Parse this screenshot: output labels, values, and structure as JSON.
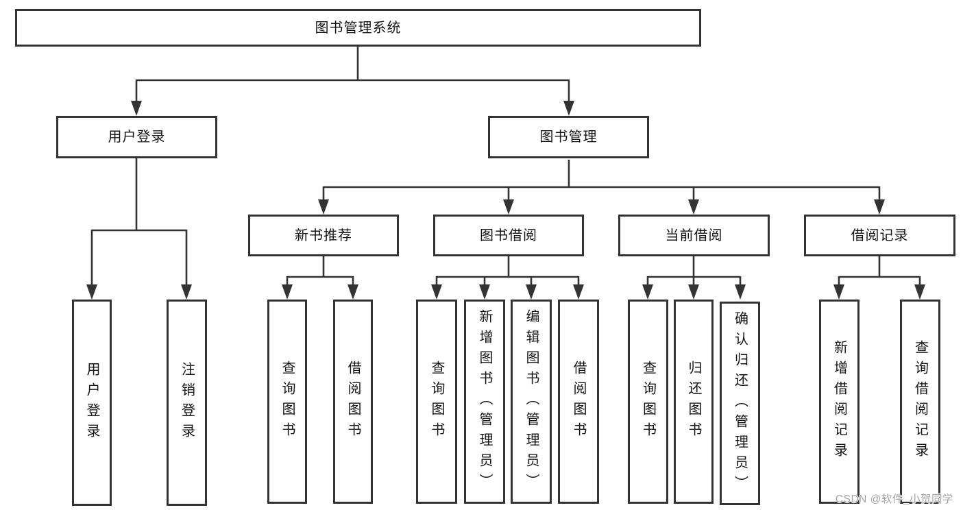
{
  "diagram": {
    "root": {
      "label": "图书管理系统"
    },
    "branches": [
      {
        "label": "用户登录",
        "children": [
          {
            "label": "用户登录"
          },
          {
            "label": "注销登录"
          }
        ]
      },
      {
        "label": "图书管理",
        "children": [
          {
            "label": "新书推荐",
            "children": [
              {
                "label": "查询图书"
              },
              {
                "label": "借阅图书"
              }
            ]
          },
          {
            "label": "图书借阅",
            "children": [
              {
                "label": "查询图书"
              },
              {
                "label": "新增图书（管理员）"
              },
              {
                "label": "编辑图书（管理员）"
              },
              {
                "label": "借阅图书"
              }
            ]
          },
          {
            "label": "当前借阅",
            "children": [
              {
                "label": "查询图书"
              },
              {
                "label": "归还图书"
              },
              {
                "label": "确认归还（管理员）"
              }
            ]
          },
          {
            "label": "借阅记录",
            "children": [
              {
                "label": "新增借阅记录"
              },
              {
                "label": "查询借阅记录"
              }
            ]
          }
        ]
      }
    ]
  },
  "watermark": {
    "text": "CSDN @软件_小贺同学"
  },
  "colors": {
    "line": "#333333",
    "text": "#151515",
    "watermark": "#a6a6a6",
    "background": "#ffffff"
  }
}
